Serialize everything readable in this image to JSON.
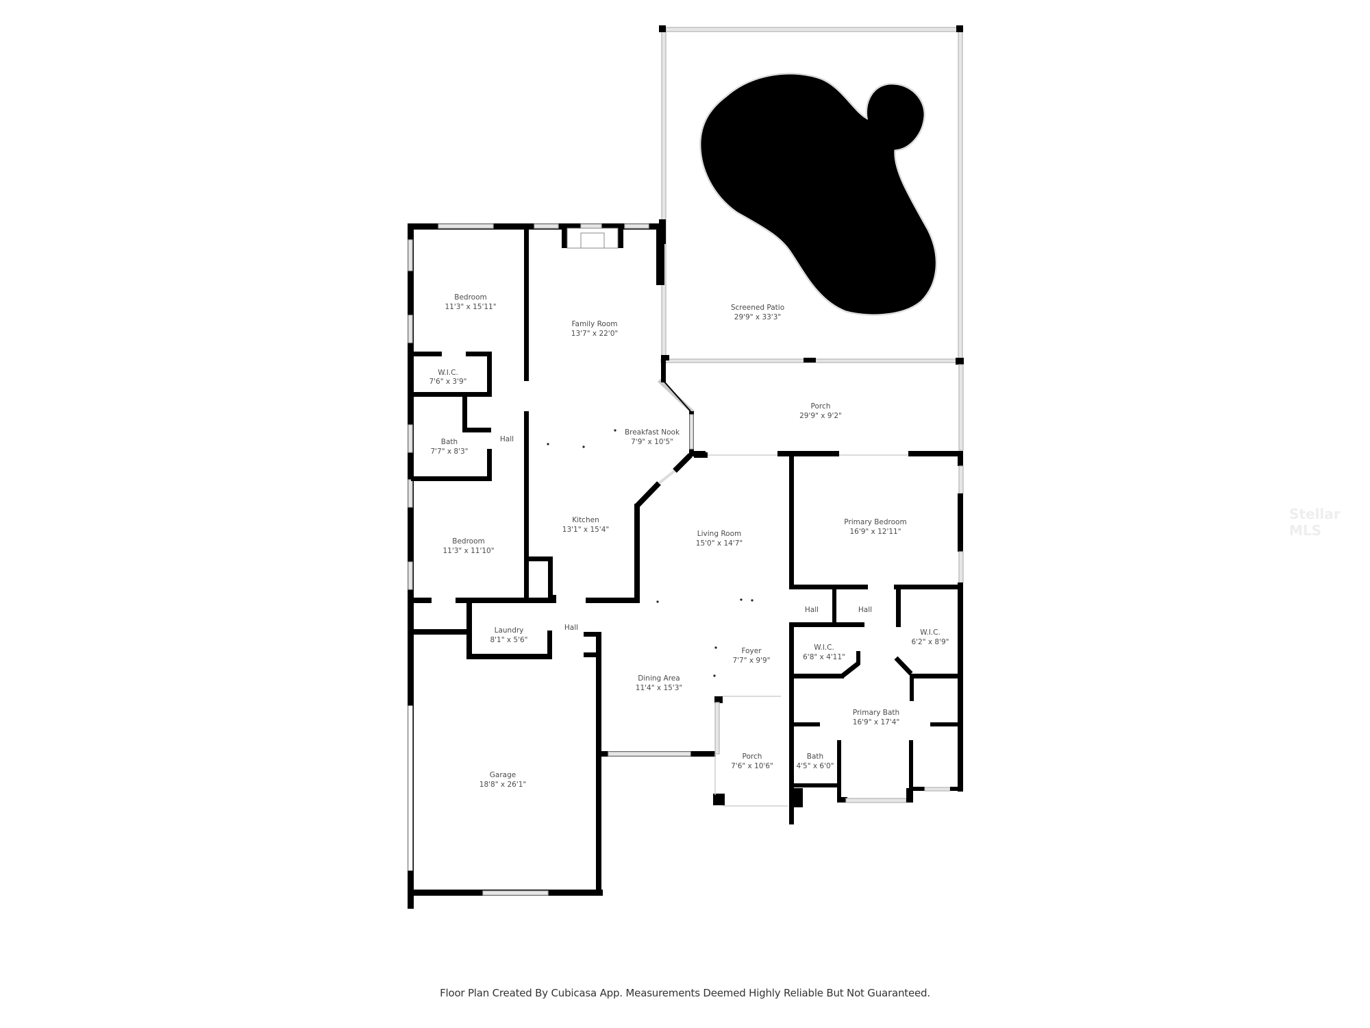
{
  "rooms": {
    "bedroom_2": {
      "name": "Bedroom",
      "dims": "11'3\" x 15'11\""
    },
    "family_room": {
      "name": "Family Room",
      "dims": "13'7\" x 22'0\""
    },
    "wic_1": {
      "name": "W.I.C.",
      "dims": "7'6\" x 3'9\""
    },
    "bath_1": {
      "name": "Bath",
      "dims": "7'7\" x 8'3\""
    },
    "hall_1": {
      "name": "Hall"
    },
    "breakfast_nook": {
      "name": "Breakfast Nook",
      "dims": "7'9\" x 10'5\""
    },
    "kitchen": {
      "name": "Kitchen",
      "dims": "13'1\" x 15'4\""
    },
    "bedroom_3": {
      "name": "Bedroom",
      "dims": "11'3\" x 11'10\""
    },
    "laundry": {
      "name": "Laundry",
      "dims": "8'1\" x 5'6\""
    },
    "hall_2": {
      "name": "Hall"
    },
    "garage": {
      "name": "Garage",
      "dims": "18'8\" x 26'1\""
    },
    "screened_patio": {
      "name": "Screened Patio",
      "dims": "29'9\" x 33'3\""
    },
    "porch_rear": {
      "name": "Porch",
      "dims": "29'9\" x 9'2\""
    },
    "living_room": {
      "name": "Living Room",
      "dims": "15'0\" x 14'7\""
    },
    "primary_bedroom": {
      "name": "Primary Bedroom",
      "dims": "16'9\" x 12'11\""
    },
    "hall_3": {
      "name": "Hall"
    },
    "hall_4": {
      "name": "Hall"
    },
    "wic_2": {
      "name": "W.I.C.",
      "dims": "6'8\" x 4'11\""
    },
    "wic_3": {
      "name": "W.I.C.",
      "dims": "6'2\" x 8'9\""
    },
    "foyer": {
      "name": "Foyer",
      "dims": "7'7\" x 9'9\""
    },
    "dining_area": {
      "name": "Dining Area",
      "dims": "11'4\" x 15'3\""
    },
    "primary_bath": {
      "name": "Primary Bath",
      "dims": "16'9\" x 17'4\""
    },
    "porch_front": {
      "name": "Porch",
      "dims": "7'6\" x 10'6\""
    },
    "bath_2": {
      "name": "Bath",
      "dims": "4'5\" x 6'0\""
    }
  },
  "footer": {
    "disclaimer": "Floor Plan Created By Cubicasa App. Measurements Deemed Highly Reliable But Not Guaranteed."
  },
  "watermark": {
    "text": "Stellar MLS"
  },
  "colors": {
    "wall": "#000000",
    "background": "#ffffff",
    "label": "#4a4a4a",
    "pool": "#000000"
  }
}
